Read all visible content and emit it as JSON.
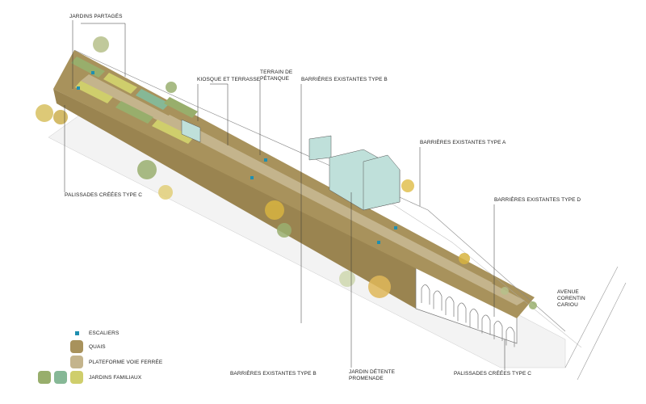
{
  "labels": {
    "jardins_partages": "Jardins partagés",
    "kiosque": "Kiosque et terrasse",
    "petanque_1": "Terrain de",
    "petanque_2": "pétanque",
    "barrieres_b_top": "Barrières existantes type B",
    "barrieres_a": "Barrières existantes type A",
    "barrieres_d": "Barrières existantes type D",
    "avenue_1": "Avenue",
    "avenue_2": "Corentin",
    "avenue_3": "Cariou",
    "palissades_left": "Palissades créées type C",
    "barrieres_b_bottom": "Barrières existantes type B",
    "jardin_detente_1": "Jardin détente",
    "jardin_detente_2": "promenade",
    "palissades_right": "Palissades créées type C"
  },
  "legend": {
    "items": [
      {
        "label": "Escaliers",
        "color": "#1f8fb0"
      },
      {
        "label": "Quais",
        "color": "#a8925c"
      },
      {
        "label": "Plateforme voie ferrée",
        "color": "#c4b48c"
      },
      {
        "label": "Jardins familiaux",
        "colors": [
          "#98ae6c",
          "#86b896",
          "#cfce6c"
        ]
      }
    ]
  },
  "colors": {
    "quais": "#a8925c",
    "plateforme": "#c4b48c",
    "wall": "#9a8450",
    "building": "#bfe0da",
    "tree_yellow": "#d8b440",
    "tree_green": "#9ab070"
  }
}
